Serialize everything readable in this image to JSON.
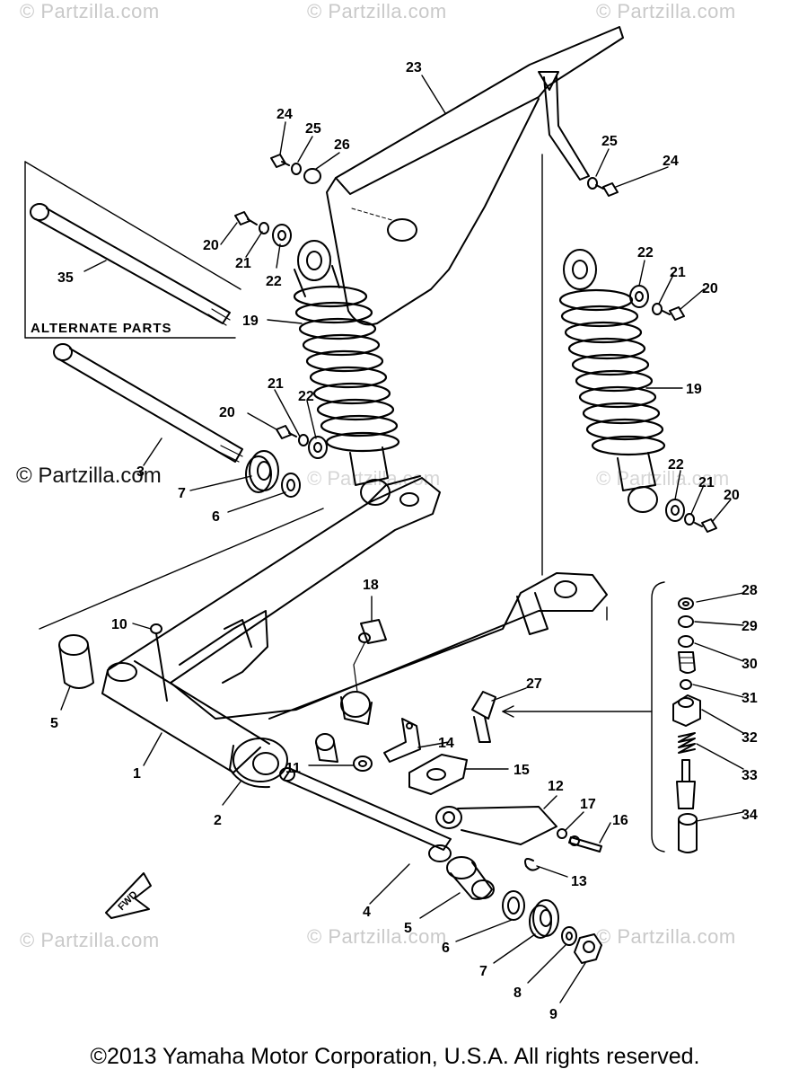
{
  "watermarks": {
    "top": [
      "© Partzilla.com",
      "© Partzilla.com",
      "© Partzilla.com"
    ],
    "middle_left": "© Partzilla.com",
    "middle_faint": [
      "© Partzilla.com",
      "© Partzilla.com"
    ],
    "bottom": [
      "© Partzilla.com",
      "© Partzilla.com",
      "© Partzilla.com"
    ]
  },
  "alternate_parts_label": "ALTERNATE PARTS",
  "fwd_label": "FWD",
  "part_numbers": {
    "n1": "1",
    "n2": "2",
    "n3": "3",
    "n4": "4",
    "n5a": "5",
    "n5b": "5",
    "n6a": "6",
    "n6b": "6",
    "n7a": "7",
    "n7b": "7",
    "n8": "8",
    "n9": "9",
    "n10": "10",
    "n11": "11",
    "n12": "12",
    "n13": "13",
    "n14": "14",
    "n15": "15",
    "n16": "16",
    "n17": "17",
    "n18": "18",
    "n19a": "19",
    "n19b": "19",
    "n20a": "20",
    "n20b": "20",
    "n20c": "20",
    "n20d": "20",
    "n21a": "21",
    "n21b": "21",
    "n21c": "21",
    "n21d": "21",
    "n22a": "22",
    "n22b": "22",
    "n22c": "22",
    "n22d": "22",
    "n23": "23",
    "n24a": "24",
    "n24b": "24",
    "n25a": "25",
    "n25b": "25",
    "n26": "26",
    "n27": "27",
    "n28": "28",
    "n29": "29",
    "n30": "30",
    "n31": "31",
    "n32": "32",
    "n33": "33",
    "n34": "34",
    "n35": "35"
  },
  "copyright": "©2013 Yamaha Motor Corporation, U.S.A. All rights reserved."
}
